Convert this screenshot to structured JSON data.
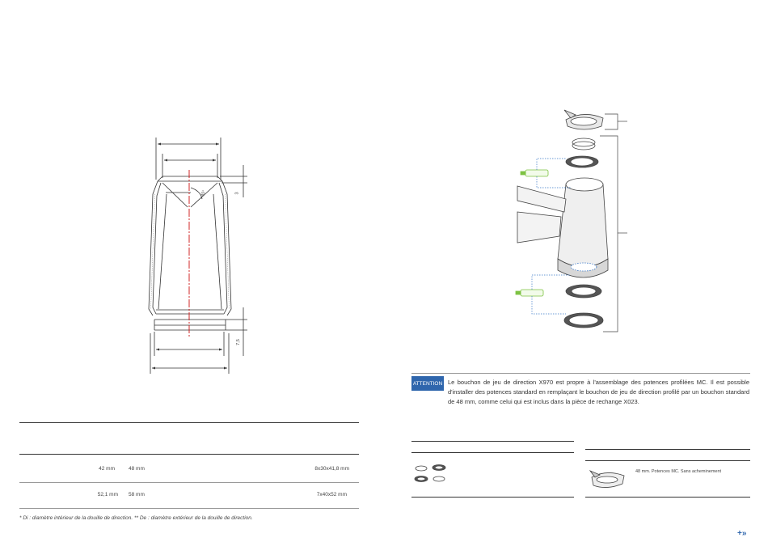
{
  "drawing": {
    "chamfer_angle": "45°",
    "dim_top": "3",
    "dim_bottom": "7,5"
  },
  "spec_table": {
    "rows": [
      {
        "di": "42 mm",
        "de": "48 mm",
        "size": "8x30x41,8 mm"
      },
      {
        "di": "52,1 mm",
        "de": "58 mm",
        "size": "7x40x52 mm"
      }
    ]
  },
  "footnote": "* Di : diamètre intérieur de la douille de direction. ** De : diamètre extérieur de la douille de direction.",
  "attention": {
    "badge": "ATTENTION",
    "text": "Le bouchon de jeu de direction X970 est propre à l'assemblage des potences profilées MC. Il est possible d'installer des potences standard en remplaçant le bouchon de jeu de direction profilé par un bouchon standard de 48 mm, comme celui qui est inclus dans la pièce de rechange X023."
  },
  "parts": {
    "cap_note": "48 mm. Potences MC. Sans acheminement"
  },
  "nav": {
    "next": "+»"
  },
  "colors": {
    "accent": "#2f66ad",
    "centerline": "#cc1111",
    "grease": "#7dc242",
    "leader_dotted": "#3a78c8"
  }
}
